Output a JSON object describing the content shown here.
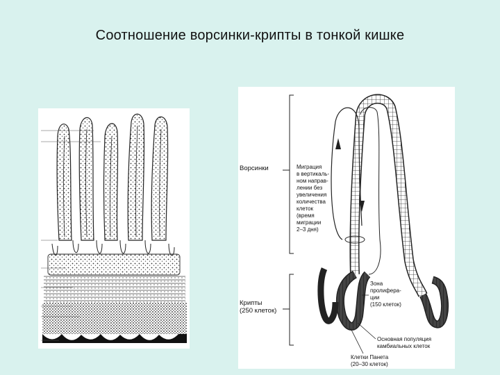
{
  "slide": {
    "title": "Соотношение ворсинки-крипты в тонкой кишке"
  },
  "right_figure": {
    "villi_label": "Ворсинки",
    "migration_lines": [
      "Миграция",
      "в вертикаль-",
      "ном направ-",
      "лении без",
      "увеличения",
      "количества",
      "клеток",
      "(время",
      "миграции",
      "2–3 дня)"
    ],
    "crypts_label_lines": [
      "Крипты",
      "(250 клеток)"
    ],
    "proliferation_lines": [
      "Зона",
      "пролифера-",
      "ции",
      "(150 клеток)"
    ],
    "cambial_lines": [
      "Основная популяция",
      "камбиальных клеток"
    ],
    "paneth_lines": [
      "Клетки Панета",
      "(20–30 клеток)"
    ]
  },
  "colors": {
    "background": "#d9f2ee",
    "panel": "#ffffff",
    "ink": "#111111"
  }
}
